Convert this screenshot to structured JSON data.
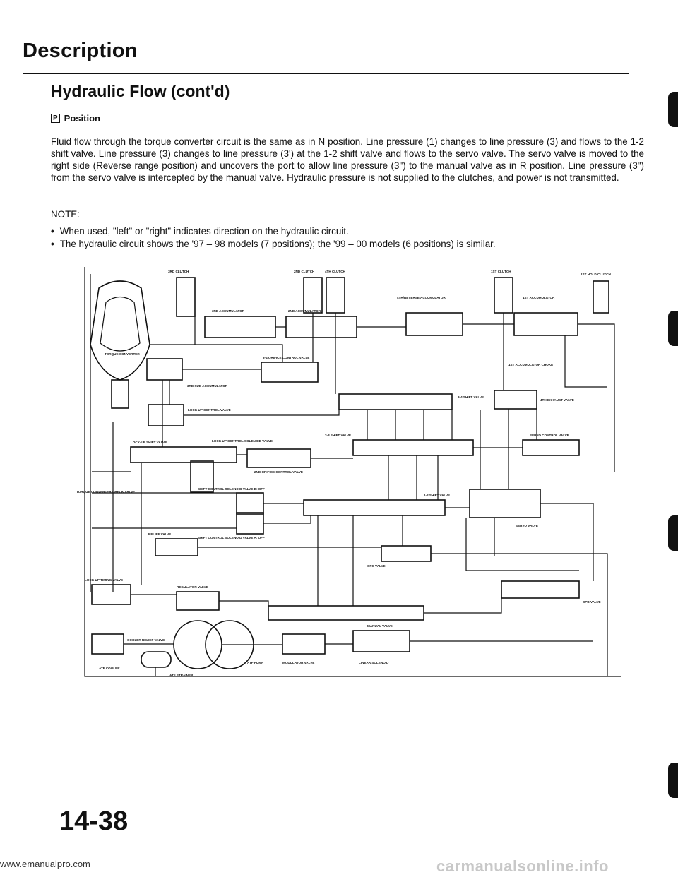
{
  "page": {
    "title": "Description",
    "subtitle": "Hydraulic Flow (cont'd)",
    "position_letter": "P",
    "position_label": "Position",
    "paragraph": "Fluid flow through the torque converter circuit is the same as in N position. Line pressure (1) changes to line pressure (3) and flows to the 1-2 shift valve. Line pressure (3) changes to line pressure (3') at the 1-2 shift valve and flows to the servo valve. The servo valve is moved to the right side (Reverse range position) and uncovers the port to allow line pressure (3\") to the manual valve as in R position. Line pressure (3\") from the servo valve is intercepted by the manual valve. Hydraulic pressure is not supplied to the clutches, and power is not transmitted.",
    "note_label": "NOTE:",
    "notes": [
      "When used, \"left\" or \"right\" indicates direction on the hydraulic circuit.",
      "The hydraulic circuit shows the '97 – 98 models (7 positions); the '99 – 00 models (6 positions) is similar."
    ],
    "page_number": "14-38",
    "url": "www.emanualpro.com",
    "watermark": "carmanualsonline.info"
  },
  "diagram": {
    "labels": {
      "clutch3": "3RD CLUTCH",
      "clutch2": "2ND CLUTCH",
      "clutch4": "4TH CLUTCH",
      "clutch1": "1ST CLUTCH",
      "hold1": "1ST HOLD CLUTCH",
      "acc3": "3RD ACCUMULATOR",
      "acc2": "2ND ACCUMULATOR",
      "acc4": "4TH/REVERSE ACCUMULATOR",
      "acc1": "1ST ACCUMULATOR",
      "tc": "TORQUE CONVERTER",
      "acc3sub": "3RD SUB ACCUMULATOR",
      "orifice34": "3-4 ORIFICE CONTROL VALVE",
      "lockupctl": "LOCK-UP CONTROL VALVE",
      "shift34": "3-4 SHIFT VALVE",
      "exhaust4": "4TH EXHAUST VALVE",
      "acc1choke": "1ST ACCUMULATOR CHOKE",
      "lockupsol": "LOCK-UP CONTROL SOLENOID VALVE",
      "lockupshift": "LOCK-UP SHIFT VALVE",
      "orifice2": "2ND ORIFICE CONTROL VALVE",
      "shift23": "2-3 SHIFT VALVE",
      "servoctl": "SERVO CONTROL VALVE",
      "tccheck": "TORQUE CONVERTER CHECK VALVE",
      "shiftb": "SHIFT CONTROL SOLENOID VALVE B: OFF",
      "shifta": "SHIFT CONTROL SOLENOID VALVE A: OFF",
      "shift12": "1-2 SHIFT VALVE",
      "servo": "SERVO VALVE",
      "relief": "RELIEF VALVE",
      "cpc": "CPC VALVE",
      "lockuptiming": "LOCK-UP TIMING VALVE",
      "regulator": "REGULATOR VALVE",
      "cpb": "CPB VALVE",
      "manual": "MANUAL VALVE",
      "cooler": "COOLER RELIEF VALVE",
      "modulator": "MODULATOR VALVE",
      "linear": "LINEAR SOLENOID",
      "atfpump": "ATF PUMP",
      "atfcooler": "ATF COOLER",
      "strainer": "ATF STRAINER"
    }
  }
}
